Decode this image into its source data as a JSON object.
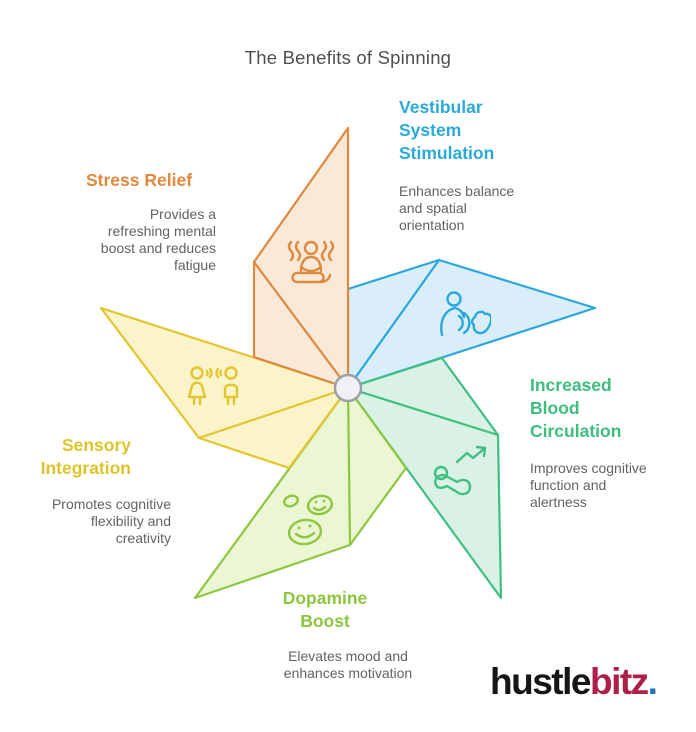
{
  "title": "The Benefits of Spinning",
  "title_color": "#4d4f53",
  "text_color": "#5f6368",
  "background": "#ffffff",
  "pinwheel": {
    "hub": {
      "fill": "#f0f1f5",
      "stroke": "#9aa2a8"
    },
    "blades": [
      {
        "id": "vestibular-system-stimulation",
        "stroke": "#2aa7db",
        "fill": "#daeef9"
      },
      {
        "id": "increased-blood-circulation",
        "stroke": "#3fbf82",
        "fill": "#d9f2e5"
      },
      {
        "id": "dopamine-boost",
        "stroke": "#8ec640",
        "fill": "#ebf6d2"
      },
      {
        "id": "sensory-integration",
        "stroke": "#e2c52f",
        "fill": "#fbf4ca"
      },
      {
        "id": "stress-relief",
        "stroke": "#dd8a3f",
        "fill": "#fbe9d7"
      }
    ]
  },
  "benefits": [
    {
      "name": "Vestibular System Stimulation",
      "heading": "Vestibular\nSystem\nStimulation",
      "description": "Enhances balance\nand spatial\norientation",
      "color": "#2baad9",
      "icon": "person-balance-icon"
    },
    {
      "name": "Increased Blood Circulation",
      "heading": "Increased\nBlood\nCirculation",
      "description": "Improves cognitive\nfunction and\nalertness",
      "color": "#3dbe7e",
      "icon": "exercise-rising-arrow-icon"
    },
    {
      "name": "Dopamine Boost",
      "heading": "Dopamine\nBoost",
      "description": "Elevates mood and\nenhances motivation",
      "color": "#8cc63f",
      "icon": "smiley-faces-icon"
    },
    {
      "name": "Sensory Integration",
      "heading": "Sensory\nIntegration",
      "description": "Promotes cognitive\nflexibility and\ncreativity",
      "color": "#dfc32b",
      "icon": "two-people-communicating-icon"
    },
    {
      "name": "Stress Relief",
      "heading": "Stress Relief",
      "description": "Provides a\nrefreshing mental\nboost and reduces\nfatigue",
      "color": "#e0883c",
      "icon": "meditation-icon"
    }
  ],
  "logo": {
    "part1": "hustle",
    "part2": "bitz",
    "dot": ".",
    "part1_color": "#161616",
    "part2_color": "#ad2148",
    "dot_color": "#2b74b4"
  }
}
